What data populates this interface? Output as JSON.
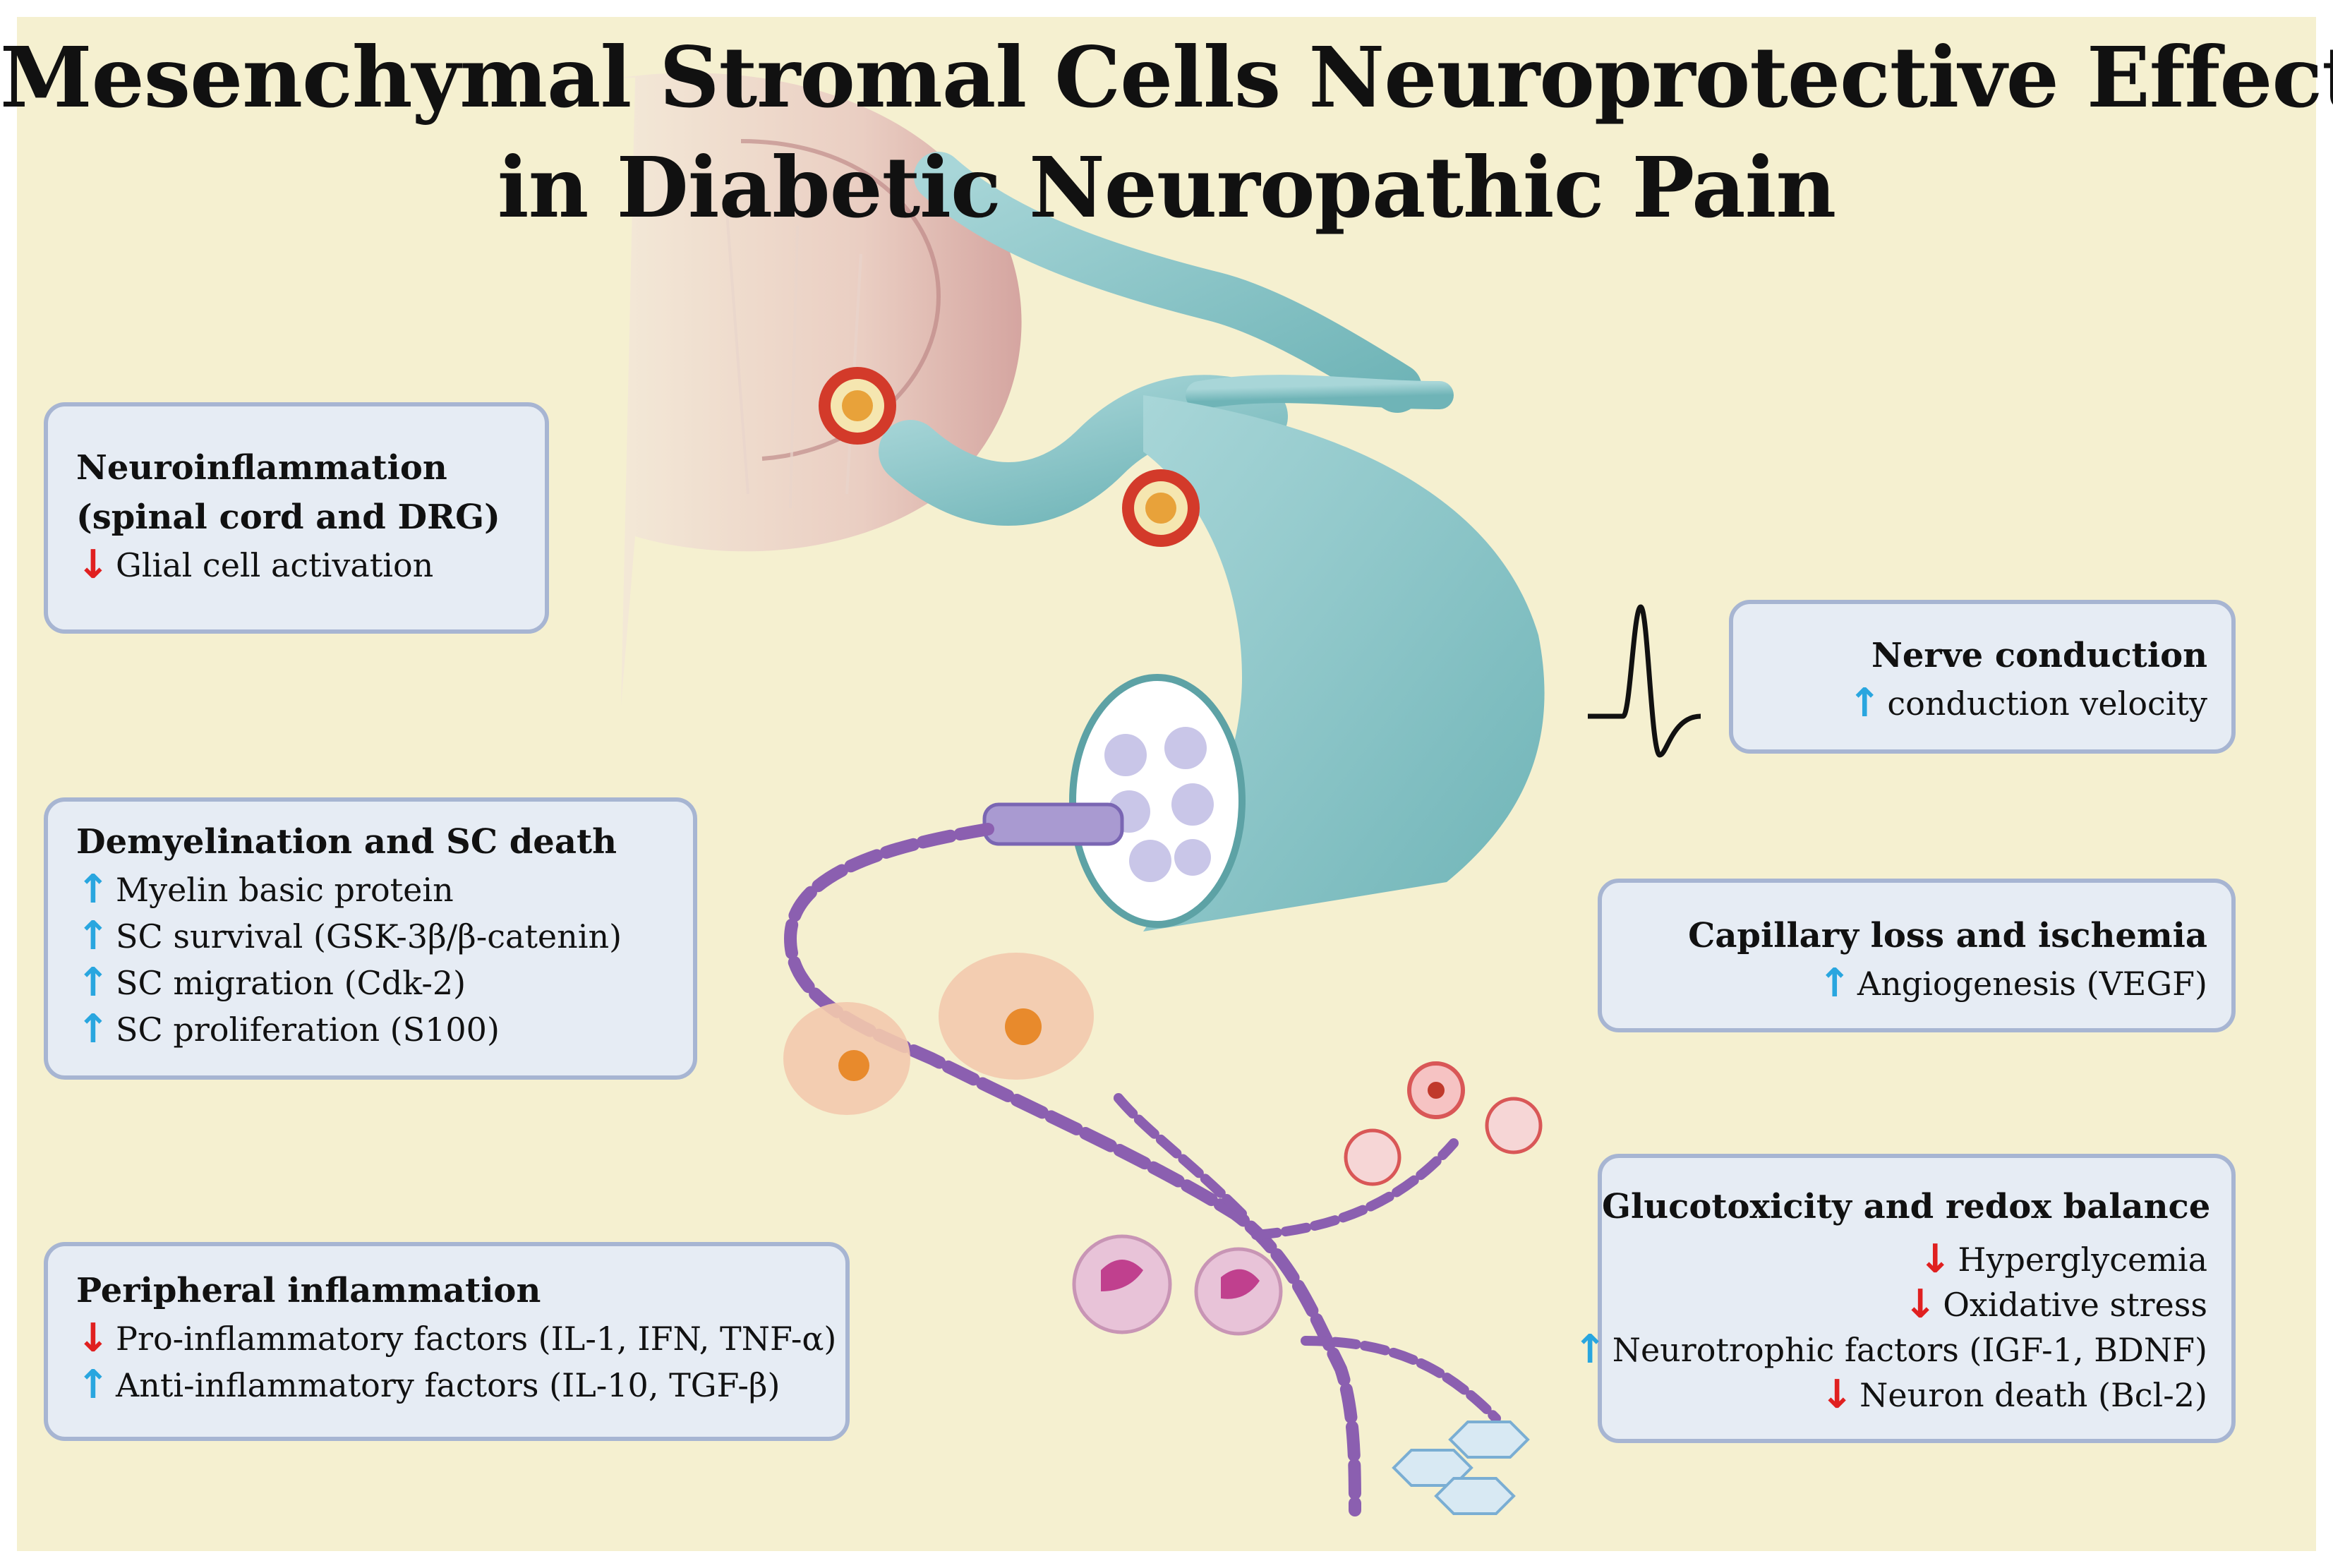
{
  "title": {
    "line1": "Mesenchymal Stromal Cells Neuroprotective Effects",
    "line2": "in Diabetic Neuropathic Pain"
  },
  "colors": {
    "background": "#f5f0d0",
    "box_fill": "#e6ecf4",
    "box_border": "#a7b5d2",
    "up_arrow": "#29a6df",
    "down_arrow": "#e02020",
    "nerve": "#8cc4c6",
    "axon": "#8b5fb0"
  },
  "boxes": {
    "neuroinflammation": {
      "heading1": "Neuroinflammation",
      "heading2": "(spinal cord and DRG)",
      "items": [
        {
          "dir": "down",
          "text": "Glial cell activation"
        }
      ]
    },
    "demyelination": {
      "heading": "Demyelination and SC death",
      "items": [
        {
          "dir": "up",
          "text": "Myelin basic protein"
        },
        {
          "dir": "up",
          "text": "SC survival (GSK-3β/β-catenin)"
        },
        {
          "dir": "up",
          "text": "SC migration  (Cdk-2)"
        },
        {
          "dir": "up",
          "text": "SC proliferation (S100)"
        }
      ]
    },
    "peripheral": {
      "heading": "Peripheral inflammation",
      "items": [
        {
          "dir": "down",
          "text": "Pro-inflammatory factors (IL-1, IFN, TNF-α)"
        },
        {
          "dir": "up",
          "text": "Anti-inflammatory factors (IL-10, TGF-β)"
        }
      ]
    },
    "nerve_conduction": {
      "heading": "Nerve conduction",
      "items": [
        {
          "dir": "up",
          "text": "conduction velocity"
        }
      ]
    },
    "capillary": {
      "heading": "Capillary loss and ischemia",
      "items": [
        {
          "dir": "up",
          "text": "Angiogenesis (VEGF)"
        }
      ]
    },
    "glucotoxicity": {
      "heading": "Glucotoxicity and redox balance",
      "items": [
        {
          "dir": "down",
          "text": "Hyperglycemia"
        },
        {
          "dir": "down",
          "text": "Oxidative stress"
        },
        {
          "dir": "up",
          "text": "Neurotrophic factors (IGF-1, BDNF)"
        },
        {
          "dir": "down",
          "text": "Neuron death (Bcl-2)"
        }
      ]
    }
  },
  "arrow_glyphs": {
    "up": "↑",
    "down": "↓"
  }
}
